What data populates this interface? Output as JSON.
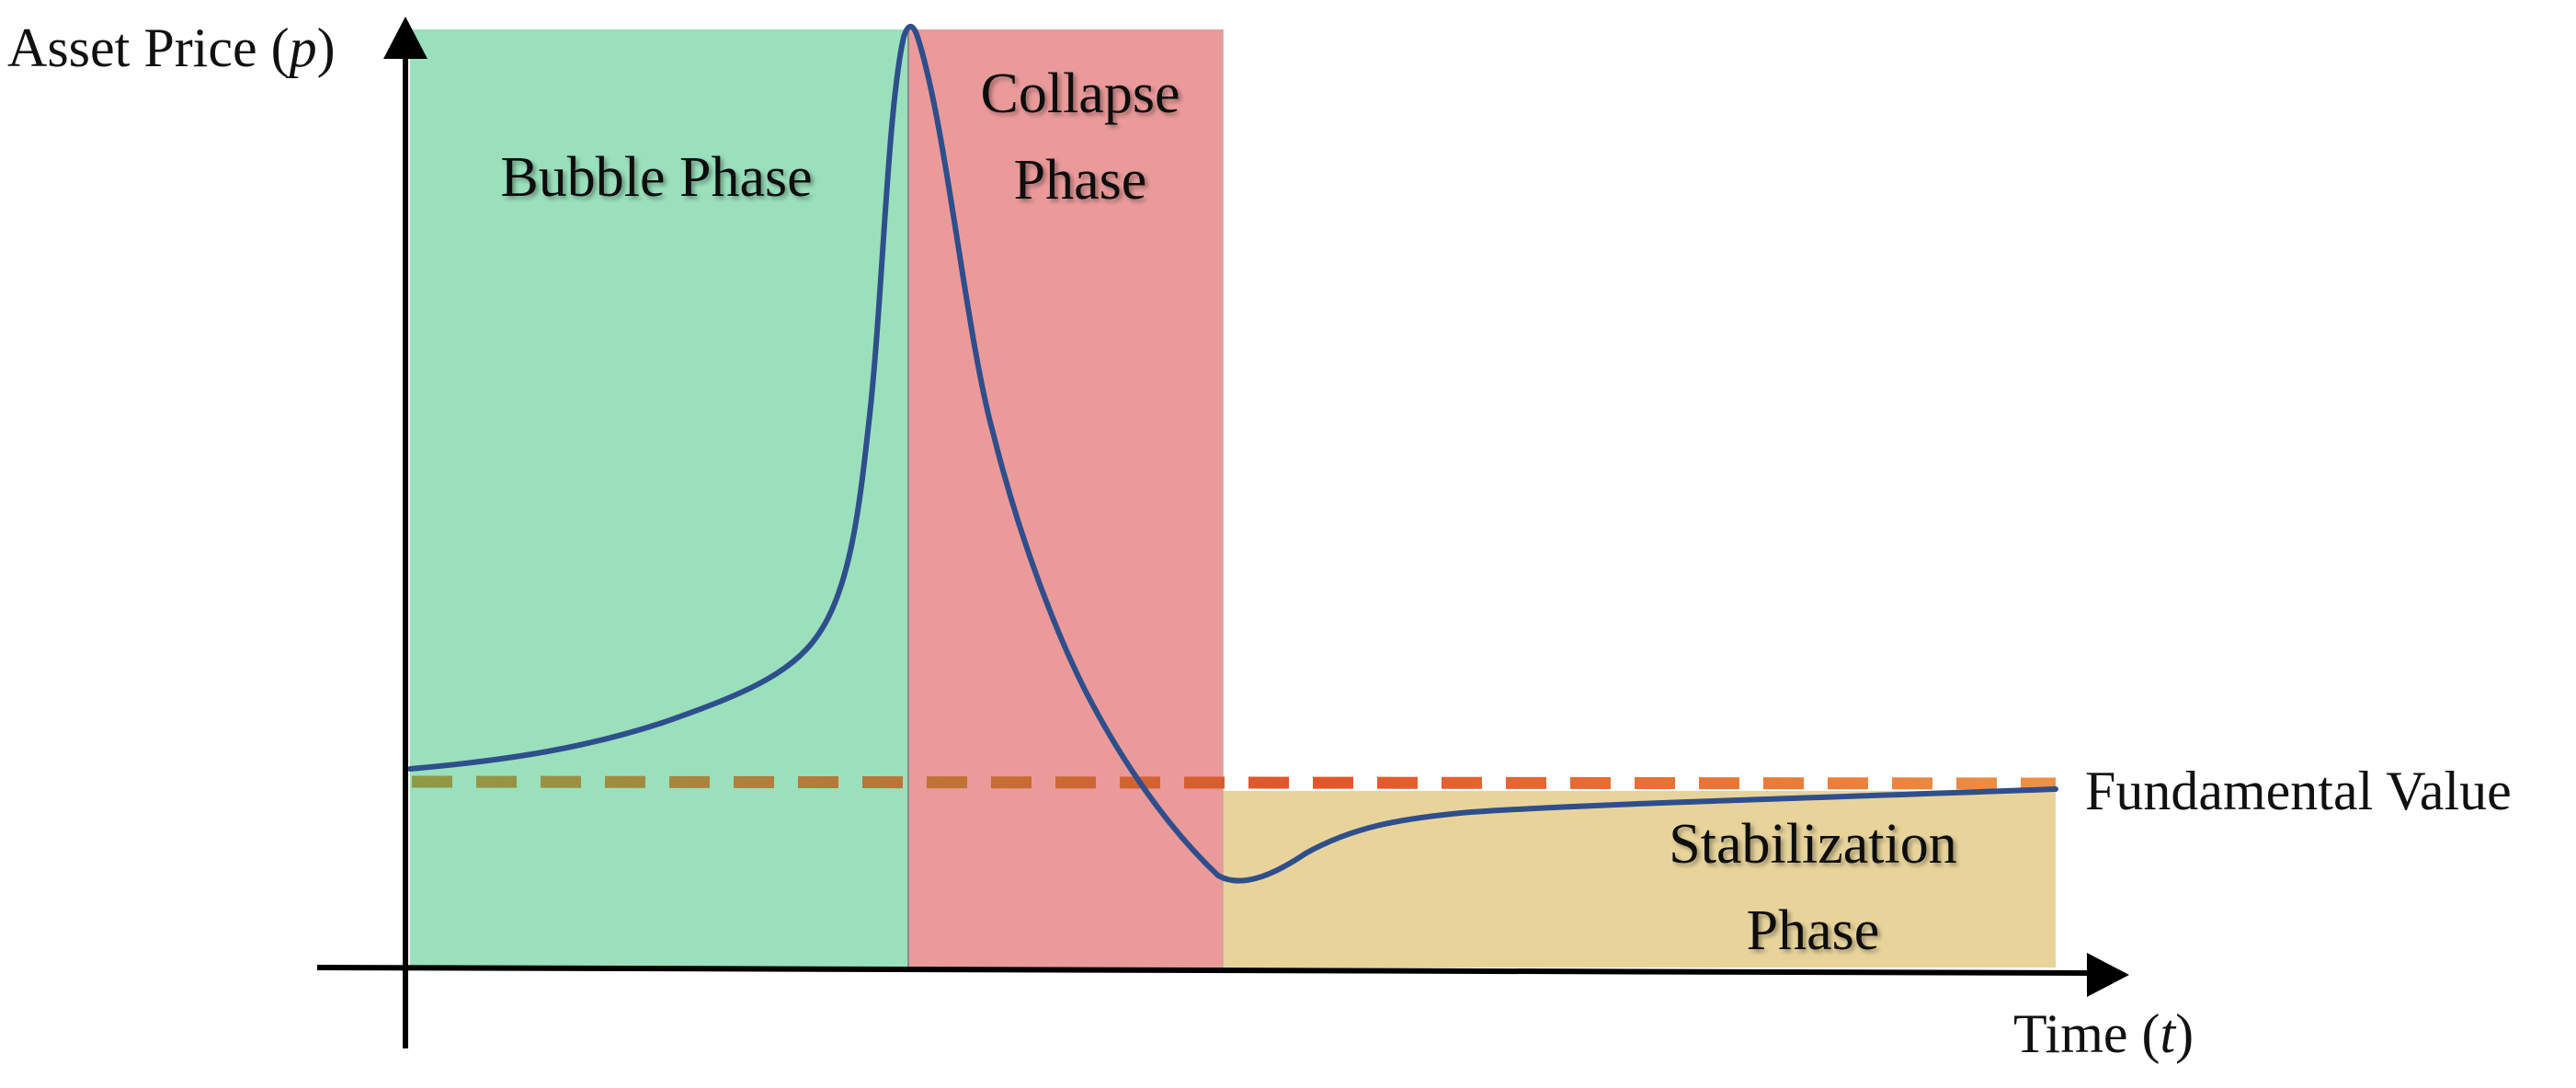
{
  "axes": {
    "y_label": "Asset Price",
    "y_symbol": "p",
    "x_label": "Time",
    "x_symbol": "t"
  },
  "phases": {
    "bubble": {
      "label": "Bubble Phase",
      "color": "#9ae0bc"
    },
    "collapse": {
      "label_line1": "Collapse",
      "label_line2": "Phase",
      "color": "#eb9a9a"
    },
    "stabilization": {
      "label_line1": "Stabilization",
      "label_line2": "Phase",
      "color": "#e8d49b"
    }
  },
  "fundamental": {
    "label": "Fundamental Value",
    "colors": [
      "#8e9b45",
      "#e2552c",
      "#ef9142"
    ]
  },
  "curve": {
    "color": "#2f4e8c"
  }
}
